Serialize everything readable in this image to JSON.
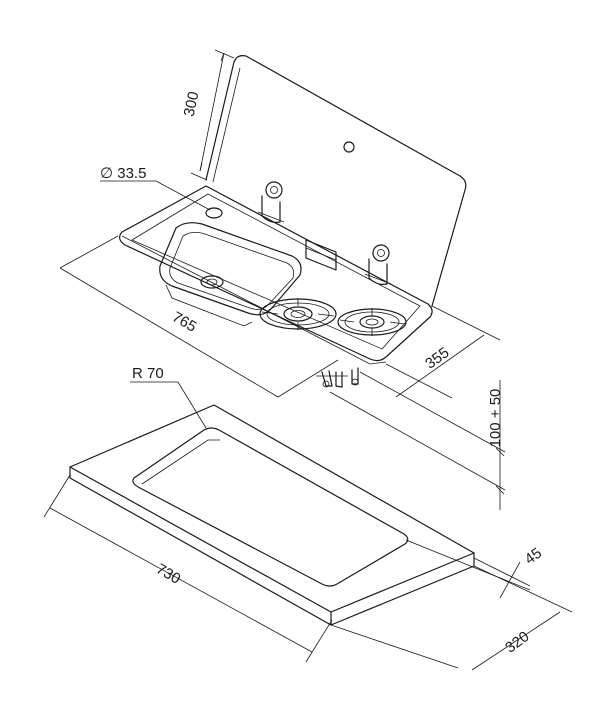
{
  "dimensions": {
    "lid_height": "300",
    "tap_hole": "∅ 33.5",
    "unit_length": "765",
    "unit_depth": "355",
    "height": "100 + 50",
    "corner_radius": "R 70",
    "cutout_length": "730",
    "edge_margin": "45",
    "cutout_depth": "320"
  }
}
